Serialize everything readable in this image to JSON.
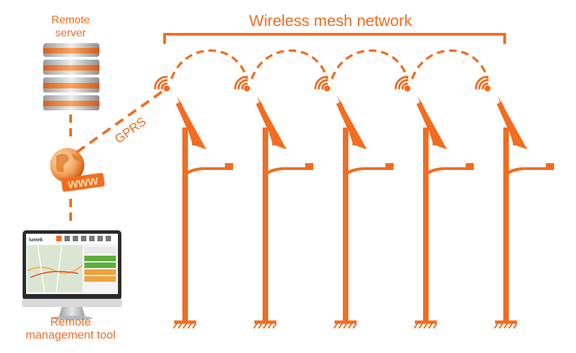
{
  "labels": {
    "title": "Wireless mesh network",
    "server_line1": "Remote",
    "server_line2": "server",
    "link_label": "GPRS",
    "www": "www",
    "tool_line1": "Remote",
    "tool_line2": "management tool",
    "app_brand": "lumek"
  },
  "colors": {
    "accent": "#f26d21",
    "server_body": "#c9cbcd",
    "server_stripe": "#f0883e",
    "monitor_frame": "#2b2b2b",
    "map_bg": "#dbe6d2"
  },
  "icons": {
    "server": "server-rack-icon",
    "globe": "globe-www-icon",
    "computer": "computer-monitor-icon",
    "antenna": "wireless-antenna-icon",
    "pole": "street-light-pole-icon"
  },
  "pole_count": 5
}
